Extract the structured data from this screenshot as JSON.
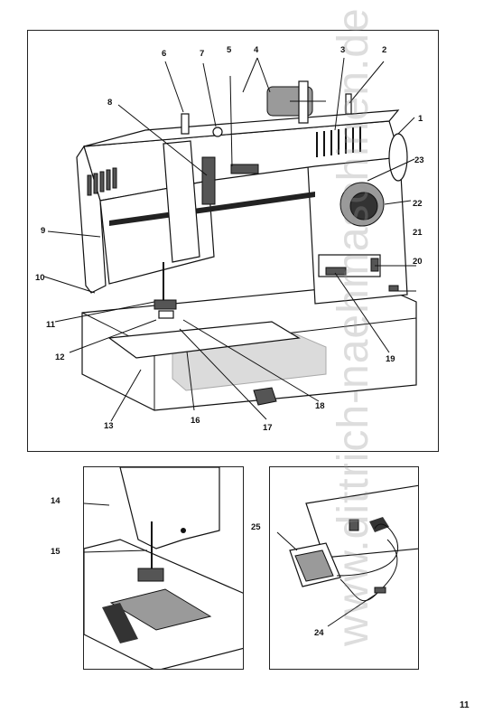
{
  "watermark": "www.dittrich-naehmaschinen.de",
  "page_number": "11",
  "main_callouts": [
    "1",
    "2",
    "3",
    "4",
    "5",
    "6",
    "7",
    "8",
    "9",
    "10",
    "11",
    "12",
    "13",
    "16",
    "17",
    "18",
    "19",
    "20",
    "21",
    "22",
    "23"
  ],
  "detail_left_callouts": [
    "14",
    "15"
  ],
  "detail_right_callouts": [
    "24",
    "25"
  ]
}
